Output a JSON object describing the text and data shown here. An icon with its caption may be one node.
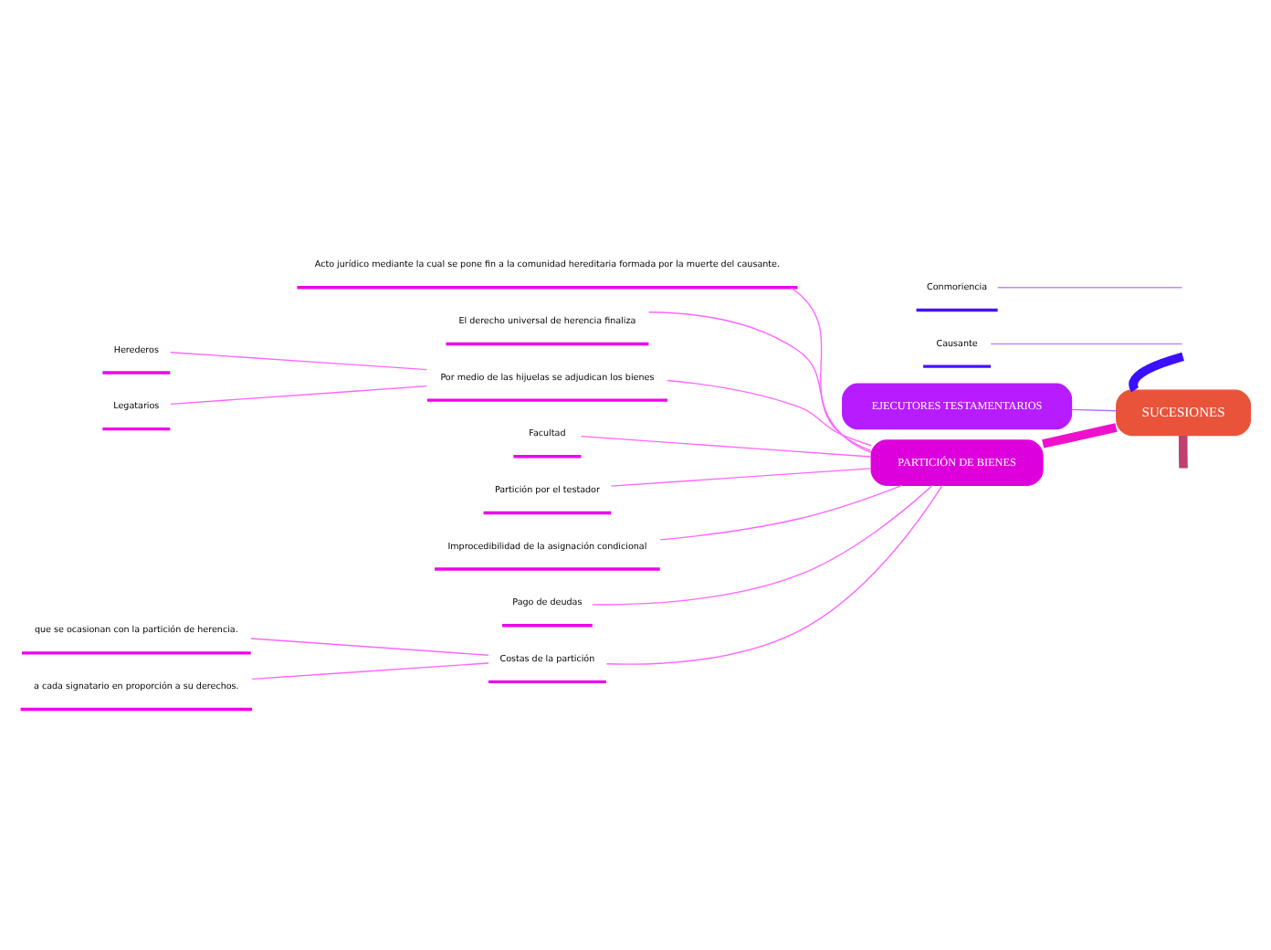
{
  "diagram": {
    "nodes": [
      {
        "text": [
          "SUCESIONES"
        ]
      },
      {
        "text": [
          "Causante"
        ]
      },
      {
        "text": [
          "Conmoriencia"
        ]
      },
      {
        "text": [
          "EJECUTORES TESTAMENTARIOS"
        ]
      },
      {
        "text": [
          "PARTICIÓN DE BIENES"
        ]
      },
      {
        "text": [
          "Acto jurídico mediante la cual se pone fin a la comunidad hereditaria formada por la muerte del causante."
        ]
      },
      {
        "text": [
          "El derecho universal de herencia finaliza"
        ]
      },
      {
        "text": [
          "Por medio de las hijuelas se adjudican los bienes"
        ]
      },
      {
        "text": [
          "Herederos"
        ]
      },
      {
        "text": [
          "Legatarios"
        ]
      },
      {
        "text": [
          "Facultad"
        ]
      },
      {
        "text": [
          "Partición por el testador"
        ]
      },
      {
        "text": [
          "Improcedibilidad de la asignación condicional"
        ]
      },
      {
        "text": [
          "Pago de deudas"
        ]
      },
      {
        "text": [
          "Costas de la partición"
        ]
      },
      {
        "text": [
          "que se ocasionan con la partición de herencia."
        ]
      },
      {
        "text": [
          "a cada signatario en proporción a su derechos."
        ]
      }
    ],
    "edges": [
      {
        "from": 0,
        "to": null,
        "arrow": "none",
        "style": "thick",
        "color": "#3a10ff"
      },
      {
        "from": null,
        "to": 1,
        "arrow": "none",
        "color": "#b38cff"
      },
      {
        "from": null,
        "to": 2,
        "arrow": "none",
        "color": "#b38cff"
      },
      {
        "from": 0,
        "to": 3,
        "arrow": "none",
        "color": "#b36bff"
      },
      {
        "from": 0,
        "to": 4,
        "arrow": "none",
        "style": "thick",
        "color": "#ee11cc"
      },
      {
        "from": 0,
        "to": null,
        "arrow": "none",
        "style": "thick",
        "color": "#c04070"
      },
      {
        "from": 4,
        "to": 5,
        "arrow": "none"
      },
      {
        "from": 4,
        "to": 6,
        "arrow": "none"
      },
      {
        "from": 4,
        "to": 7,
        "arrow": "none"
      },
      {
        "from": 7,
        "to": 8,
        "arrow": "none"
      },
      {
        "from": 7,
        "to": 9,
        "arrow": "none"
      },
      {
        "from": 4,
        "to": 10,
        "arrow": "none"
      },
      {
        "from": 4,
        "to": 11,
        "arrow": "none"
      },
      {
        "from": 4,
        "to": 12,
        "arrow": "none"
      },
      {
        "from": 4,
        "to": 13,
        "arrow": "none"
      },
      {
        "from": 4,
        "to": 14,
        "arrow": "none"
      },
      {
        "from": 14,
        "to": 15,
        "arrow": "none"
      },
      {
        "from": 14,
        "to": 16,
        "arrow": "none"
      }
    ]
  }
}
